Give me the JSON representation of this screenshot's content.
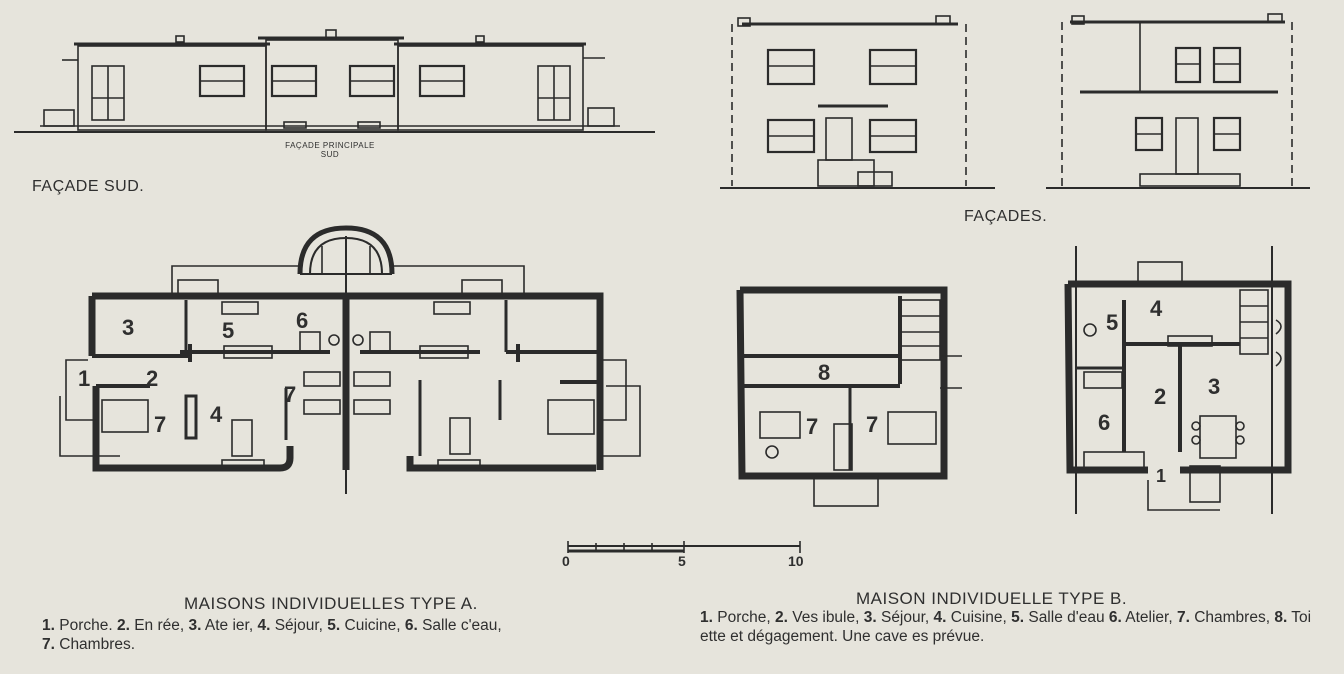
{
  "facade_sud": {
    "caption": "FAÇADE SUD.",
    "drawing_label_line1": "FAÇADE PRINCIPALE",
    "drawing_label_line2": "SUD"
  },
  "facades_b": {
    "caption": "FAÇADES."
  },
  "plan_a": {
    "room_numbers": [
      "3",
      "5",
      "6",
      "1",
      "2",
      "7",
      "4",
      "7"
    ]
  },
  "plan_b_upper": {
    "room_numbers": [
      "8",
      "7",
      "7"
    ]
  },
  "plan_b_ground": {
    "room_numbers": [
      "5",
      "4",
      "2",
      "3",
      "6",
      "1"
    ]
  },
  "scale_bar": {
    "labels": [
      "0",
      "5",
      "10"
    ]
  },
  "legend_a": {
    "title": "MAISONS INDIVIDUELLES TYPE A.",
    "items": [
      {
        "num": "1.",
        "text": " Porche. "
      },
      {
        "num": "2.",
        "text": " En rée, "
      },
      {
        "num": "3.",
        "text": " Ate ier, "
      },
      {
        "num": "4.",
        "text": " Séjour, "
      },
      {
        "num": "5.",
        "text": " Cuicine, "
      },
      {
        "num": "6.",
        "text": " Salle c'eau, "
      },
      {
        "num": "7.",
        "text": " Chambres."
      }
    ]
  },
  "legend_b": {
    "title": "MAISON INDIVIDUELLE TYPE B.",
    "items": [
      {
        "num": "1.",
        "text": " Porche, "
      },
      {
        "num": "2.",
        "text": " Ves ibule, "
      },
      {
        "num": "3.",
        "text": " Séjour, "
      },
      {
        "num": "4.",
        "text": " Cuisine, "
      },
      {
        "num": "5.",
        "text": " Salle d'eau "
      },
      {
        "num": "6.",
        "text": " Atelier, "
      },
      {
        "num": "7.",
        "text": " Chambres, "
      },
      {
        "num": "8.",
        "text": " Toi ette et dégagement. Une cave es prévue."
      }
    ]
  }
}
